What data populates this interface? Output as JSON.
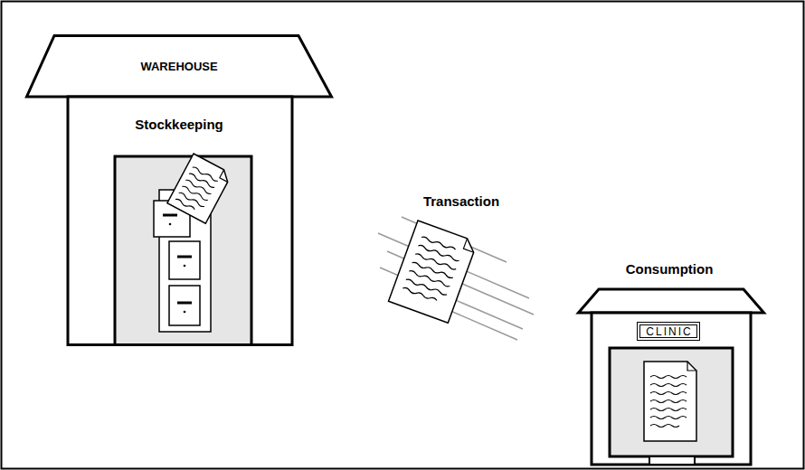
{
  "diagram": {
    "nodes": [
      {
        "text": [
          "WAREHOUSE",
          "Stockkeeping"
        ]
      },
      {
        "text": [
          "Consumption"
        ]
      },
      {
        "text": [
          "CLINIC"
        ],
        "in": 1
      }
    ],
    "labels": [
      "Transaction"
    ]
  }
}
